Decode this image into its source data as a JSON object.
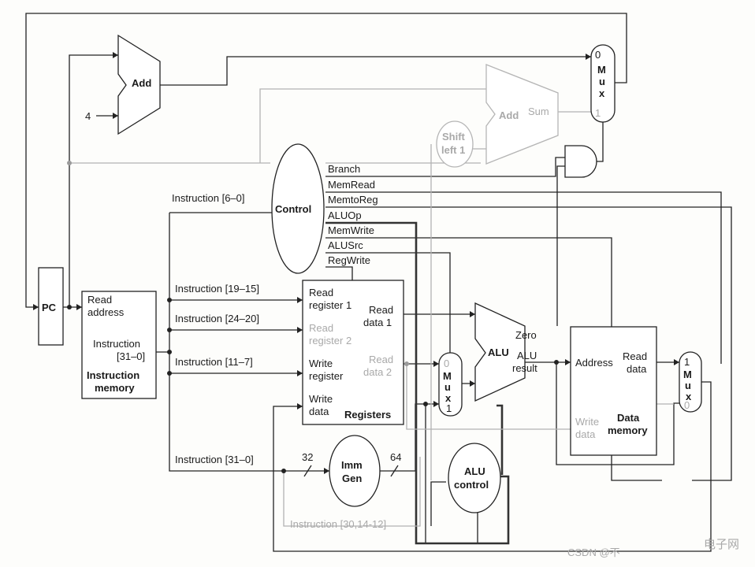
{
  "pc": {
    "label": "PC"
  },
  "add_pc": {
    "label": "Add",
    "const": "4"
  },
  "add_branch": {
    "label": "Add",
    "sum": "Sum"
  },
  "shift": {
    "line1": "Shift",
    "line2": "left 1"
  },
  "mux_pc": {
    "in0": "0",
    "m": "M",
    "u": "u",
    "x": "x",
    "in1": "1"
  },
  "control": {
    "label": "Control",
    "signals": [
      "Branch",
      "MemRead",
      "MemtoReg",
      "ALUOp",
      "MemWrite",
      "ALUSrc",
      "RegWrite"
    ]
  },
  "imem": {
    "read1": "Read",
    "read2": "address",
    "out1": "Instruction",
    "out2": "[31–0]",
    "title1": "Instruction",
    "title2": "memory"
  },
  "fields": {
    "f_6_0": "Instruction [6–0]",
    "f_19_15": "Instruction [19–15]",
    "f_24_20": "Instruction [24–20]",
    "f_11_7": "Instruction [11–7]",
    "f_31_0": "Instruction [31–0]",
    "f_30_14": "Instruction [30,14-12]"
  },
  "registers": {
    "rr1a": "Read",
    "rr1b": "register 1",
    "rr2a": "Read",
    "rr2b": "register 2",
    "wra": "Write",
    "wrb": "register",
    "wda": "Write",
    "wdb": "data",
    "rd1a": "Read",
    "rd1b": "data 1",
    "rd2a": "Read",
    "rd2b": "data 2",
    "title": "Registers"
  },
  "mux_alu": {
    "in0": "0",
    "m": "M",
    "u": "u",
    "x": "x",
    "in1": "1"
  },
  "alu": {
    "label": "ALU",
    "zero": "Zero",
    "res1": "ALU",
    "res2": "result"
  },
  "immgen": {
    "l1": "Imm",
    "l2": "Gen",
    "w_in": "32",
    "w_out": "64"
  },
  "alu_control": {
    "l1": "ALU",
    "l2": "control"
  },
  "dmem": {
    "addr": "Address",
    "rda": "Read",
    "rdb": "data",
    "wda": "Write",
    "wdb": "data",
    "title1": "Data",
    "title2": "memory"
  },
  "mux_wb": {
    "in1": "1",
    "m": "M",
    "u": "u",
    "x": "x",
    "in0": "0"
  },
  "watermark": {
    "csdn": "CSDN @不",
    "site": "电子网"
  }
}
